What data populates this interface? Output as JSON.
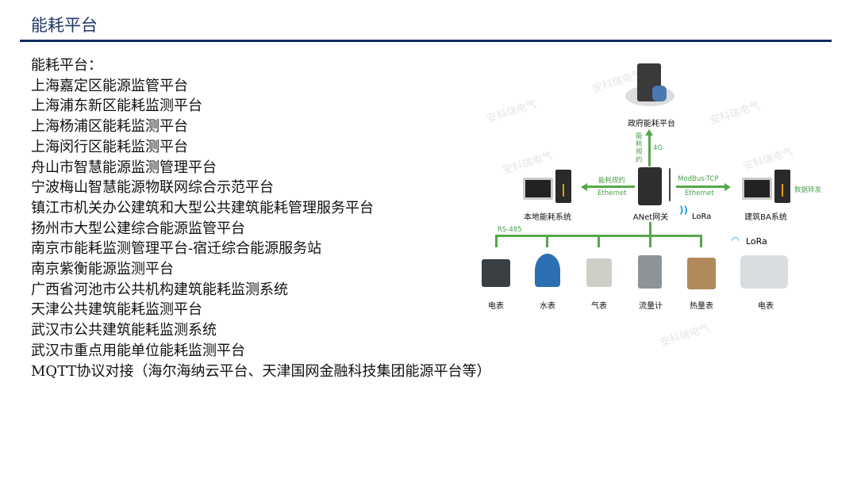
{
  "header": {
    "title": "能耗平台"
  },
  "list": {
    "heading": "能耗平台：",
    "items": [
      "上海嘉定区能源监管平台",
      "上海浦东新区能耗监测平台",
      "上海杨浦区能耗监测平台",
      "上海闵行区能耗监测平台",
      "舟山市智慧能源监测管理平台",
      "宁波梅山智慧能源物联网综合示范平台",
      "镇江市机关办公建筑和大型公共建筑能耗管理服务平台",
      "扬州市大型公建综合能源监管平台",
      "南京市能耗监测管理平台-宿迁综合能源服务站",
      "南京紫衡能源监测平台",
      "广西省河池市公共机构建筑能耗监测系统",
      "天津公共建筑能耗监测平台",
      "武汉市公共建筑能耗监测系统",
      "武汉市重点用能单位能耗监测平台",
      "MQTT协议对接（海尔海纳云平台、天津国网金融科技集团能源平台等）"
    ]
  },
  "diagram": {
    "gov_platform": "政府能耗平台",
    "up_protocol": "能\n耗\n规\n约",
    "up_link": "4G",
    "local_system": "本地能耗系统",
    "left_protocol": "能耗规约",
    "left_link": "Ethernet",
    "gateway": "ANet网关",
    "gateway_lora": "LoRa",
    "right_protocol": "ModBus-TCP",
    "right_link": "Ethernet",
    "ba_system": "建筑BA系统",
    "forward": "数据转发",
    "bus": "RS-485",
    "lora": "LoRa",
    "devices": [
      "电表",
      "水表",
      "气表",
      "流量计",
      "热量表",
      "电表"
    ],
    "watermark": "安科瑞电气"
  },
  "colors": {
    "title": "#1f3864",
    "link": "#56a84a",
    "lora": "#1aa0e8"
  }
}
